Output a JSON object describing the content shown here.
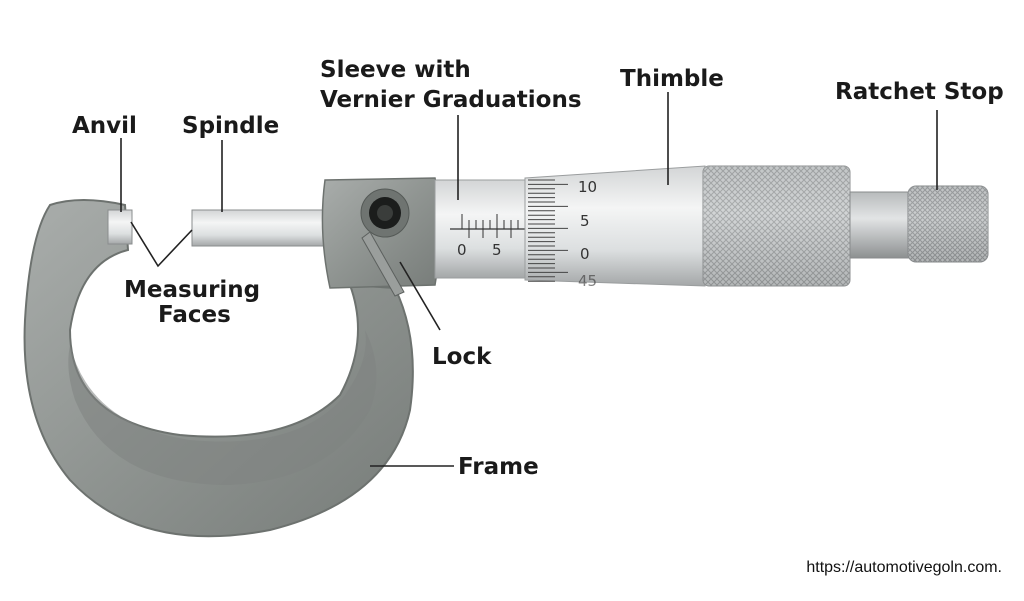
{
  "labels": {
    "anvil": "Anvil",
    "spindle": "Spindle",
    "sleeve_line1": "Sleeve with",
    "sleeve_line2": "Vernier Graduations",
    "thimble": "Thimble",
    "ratchet": "Ratchet Stop",
    "measuring_line1": "Measuring",
    "measuring_line2": "Faces",
    "lock": "Lock",
    "frame": "Frame"
  },
  "sleeve_scale": [
    "0",
    "5"
  ],
  "thimble_scale": [
    "10",
    "5",
    "0",
    "45"
  ],
  "source": "https://automotivegoln.com.",
  "colors": {
    "frame": "#8f9491",
    "metal_light": "#e6e8e8",
    "metal_dark": "#9c9fa0",
    "text": "#1a1a1a",
    "leader": "#222222"
  }
}
